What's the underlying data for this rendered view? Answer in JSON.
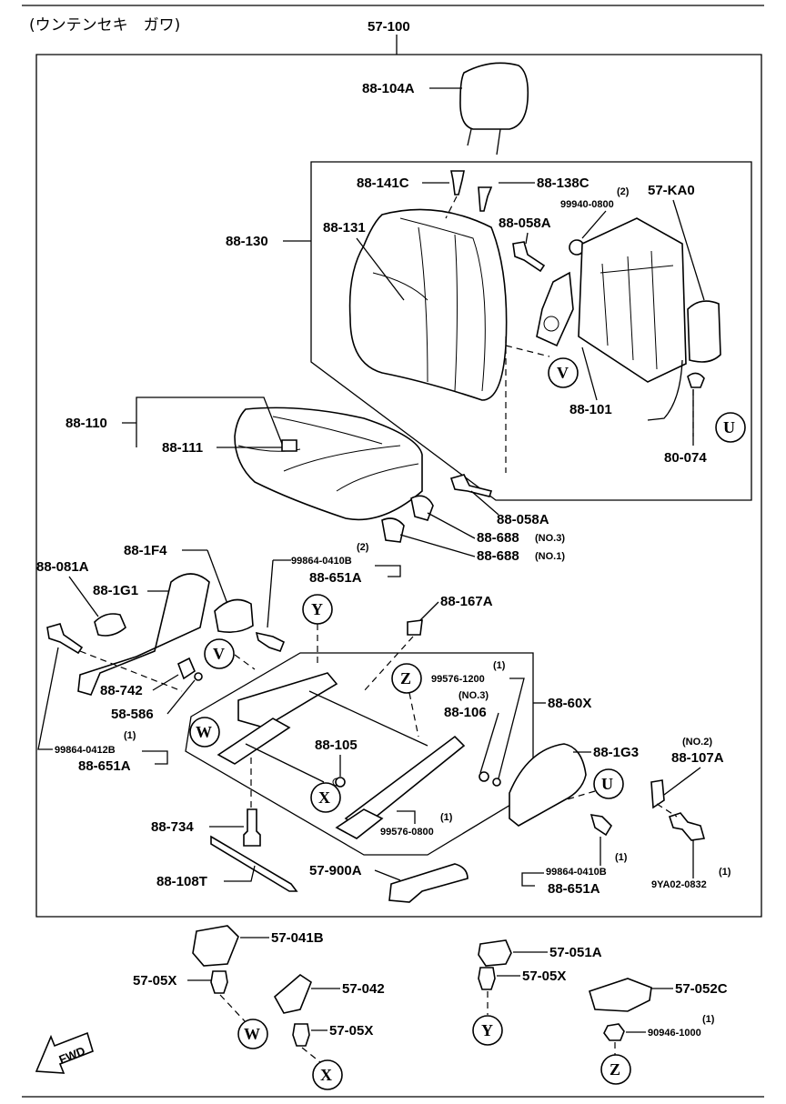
{
  "title": "(ウンテンセキ　ガワ)",
  "labels": {
    "p57_100": "57-100",
    "p88_104A": "88-104A",
    "p88_141C": "88-141C",
    "p88_138C": "88-138C",
    "p99940_0800": "99940-0800",
    "p99940_qty": "(2)",
    "p57_KA0": "57-KA0",
    "p88_130": "88-130",
    "p88_131": "88-131",
    "p88_058A_top": "88-058A",
    "p88_101": "88-101",
    "p88_110": "88-110",
    "p88_111": "88-111",
    "p80_074": "80-074",
    "p88_058A_bot": "88-058A",
    "p88_688_no3": "88-688",
    "no3_a": "(NO.3)",
    "p88_688_no1": "88-688",
    "no1": "(NO.1)",
    "p88_1F4": "88-1F4",
    "p88_081A": "88-081A",
    "p99864_0410B_top": "99864-0410B",
    "q2": "(2)",
    "p88_651A_top": "88-651A",
    "p88_1G1": "88-1G1",
    "p88_167A": "88-167A",
    "p88_742": "88-742",
    "p58_586": "58-586",
    "p99576_1200": "99576-1200",
    "q1_a": "(1)",
    "no3_b": "(NO.3)",
    "p88_106": "88-106",
    "p88_60X": "88-60X",
    "p99864_0412B": "99864-0412B",
    "q1_b": "(1)",
    "p88_651A_left": "88-651A",
    "p88_105": "88-105",
    "p88_1G3": "88-1G3",
    "no2": "(NO.2)",
    "p88_107A": "88-107A",
    "p88_734": "88-734",
    "p99576_0800": "99576-0800",
    "q1_c": "(1)",
    "p99864_0410B_bot": "99864-0410B",
    "q1_d": "(1)",
    "p88_651A_bot": "88-651A",
    "p9YA02_0832": "9YA02-0832",
    "q1_e": "(1)",
    "p88_108T": "88-108T",
    "p57_900A": "57-900A",
    "p57_041B": "57-041B",
    "p57_051A": "57-051A",
    "p57_05X_a": "57-05X",
    "p57_05X_b": "57-05X",
    "p57_05X_c": "57-05X",
    "p57_042": "57-042",
    "p57_052C": "57-052C",
    "p90946_1000": "90946-1000",
    "q1_f": "(1)",
    "fwd": "FWD"
  },
  "callouts": {
    "V": "V",
    "U": "U",
    "W": "W",
    "X": "X",
    "Y": "Y",
    "Z": "Z"
  }
}
